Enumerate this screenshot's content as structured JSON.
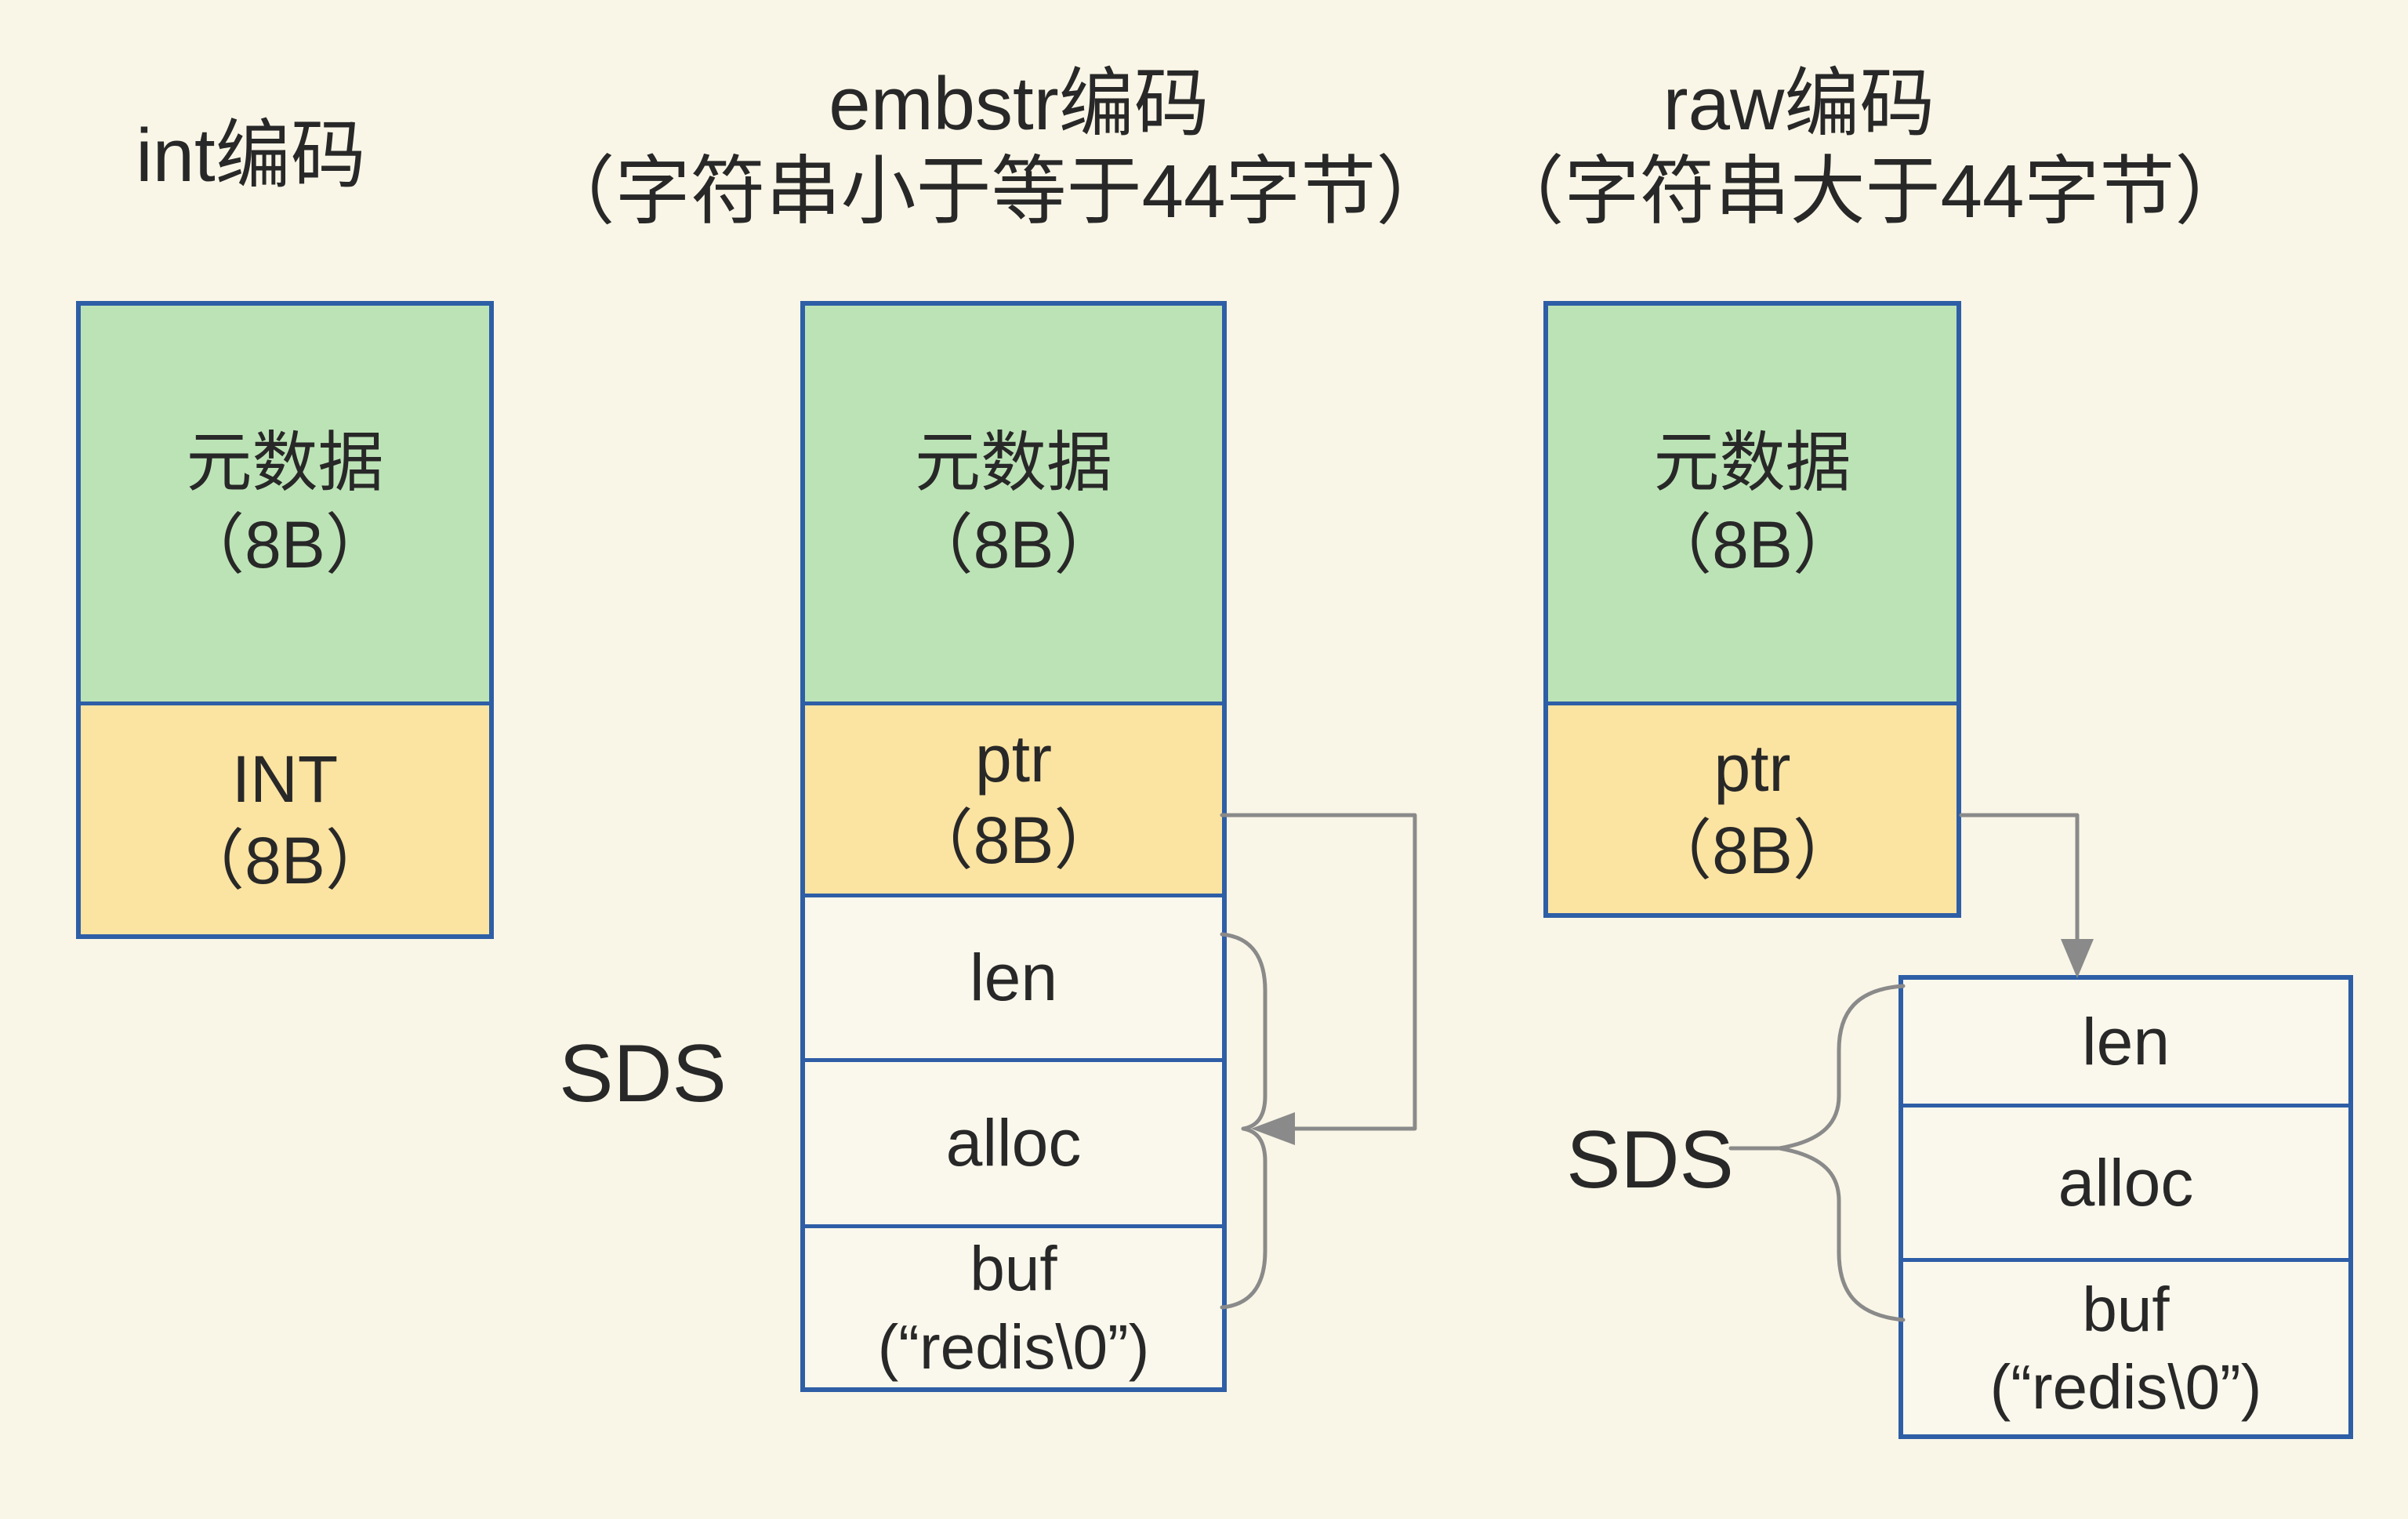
{
  "titles": {
    "int": "int编码",
    "embstr_line1": "embstr编码",
    "embstr_line2": "（字符串小于等于44字节）",
    "raw_line1": "raw编码",
    "raw_line2": "（字符串大于44字节）"
  },
  "columns": {
    "int": {
      "meta": "元数据\n（8B）",
      "value": "INT\n（8B）"
    },
    "embstr": {
      "meta": "元数据\n（8B）",
      "ptr": "ptr\n（8B）",
      "len": "len",
      "alloc": "alloc",
      "buf": "buf\n(“redis\\0”)"
    },
    "raw": {
      "meta": "元数据\n（8B）",
      "ptr": "ptr\n（8B）",
      "len": "len",
      "alloc": "alloc",
      "buf": "buf\n(“redis\\0”)"
    }
  },
  "labels": {
    "sds_embstr": "SDS",
    "sds_raw": "SDS"
  },
  "colors": {
    "background": "#f9f6e7",
    "surface": "#faf8ec",
    "green": "#bce3b6",
    "yellow": "#fbe3a1",
    "border_blue": "#2e5ea6",
    "line_gray": "#8a8a8a",
    "text": "#282828"
  }
}
